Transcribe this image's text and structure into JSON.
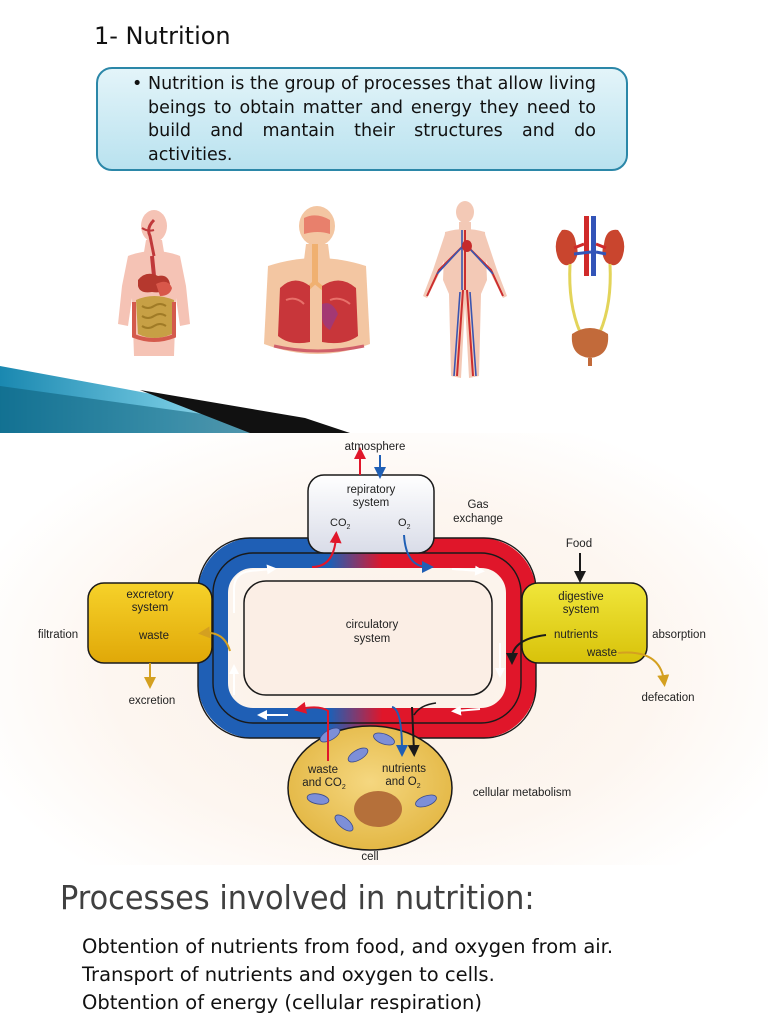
{
  "slide1": {
    "title": "1- Nutrition",
    "bullet": "•",
    "definition": "Nutrition is the group of processes that allow living beings to obtain matter and energy they   need to build and mantain their structures and do activities.",
    "organ_icons": [
      "digestive-system-icon",
      "respiratory-system-icon",
      "circulatory-system-icon",
      "excretory-system-icon"
    ]
  },
  "diagram": {
    "atmosphere": "atmosphere",
    "respiratory": [
      "repiratory",
      "system"
    ],
    "co2": "CO",
    "o2": "O",
    "sub2": "2",
    "gas_exchange": [
      "Gas",
      "exchange"
    ],
    "food": "Food",
    "excretory": [
      "excretory",
      "system"
    ],
    "waste_left": "waste",
    "filtration": "filtration",
    "excretion": "excretion",
    "circulatory": [
      "circulatory",
      "system"
    ],
    "digestive": [
      "digestive",
      "system"
    ],
    "nutrients_right": "nutrients",
    "waste_right": "waste",
    "absorption": "absorption",
    "defecation": "defecation",
    "cell_waste": [
      "waste",
      "and CO"
    ],
    "cell_nutrients": [
      "nutrients",
      "and O"
    ],
    "cellular_metabolism": "cellular metabolism",
    "cell": "cell",
    "colors": {
      "blood_blue": "#1f5fb5",
      "blood_red": "#e0162a",
      "organ_yellow": "#f2c40a",
      "cell_fill": "#e9c255"
    }
  },
  "slide3": {
    "title": "Processes involved in nutrition:",
    "items": [
      "Obtention of nutrients from food, and oxygen from air.",
      "Transport of nutrients and oxygen to cells.",
      "Obtention of energy (cellular respiration)"
    ]
  }
}
